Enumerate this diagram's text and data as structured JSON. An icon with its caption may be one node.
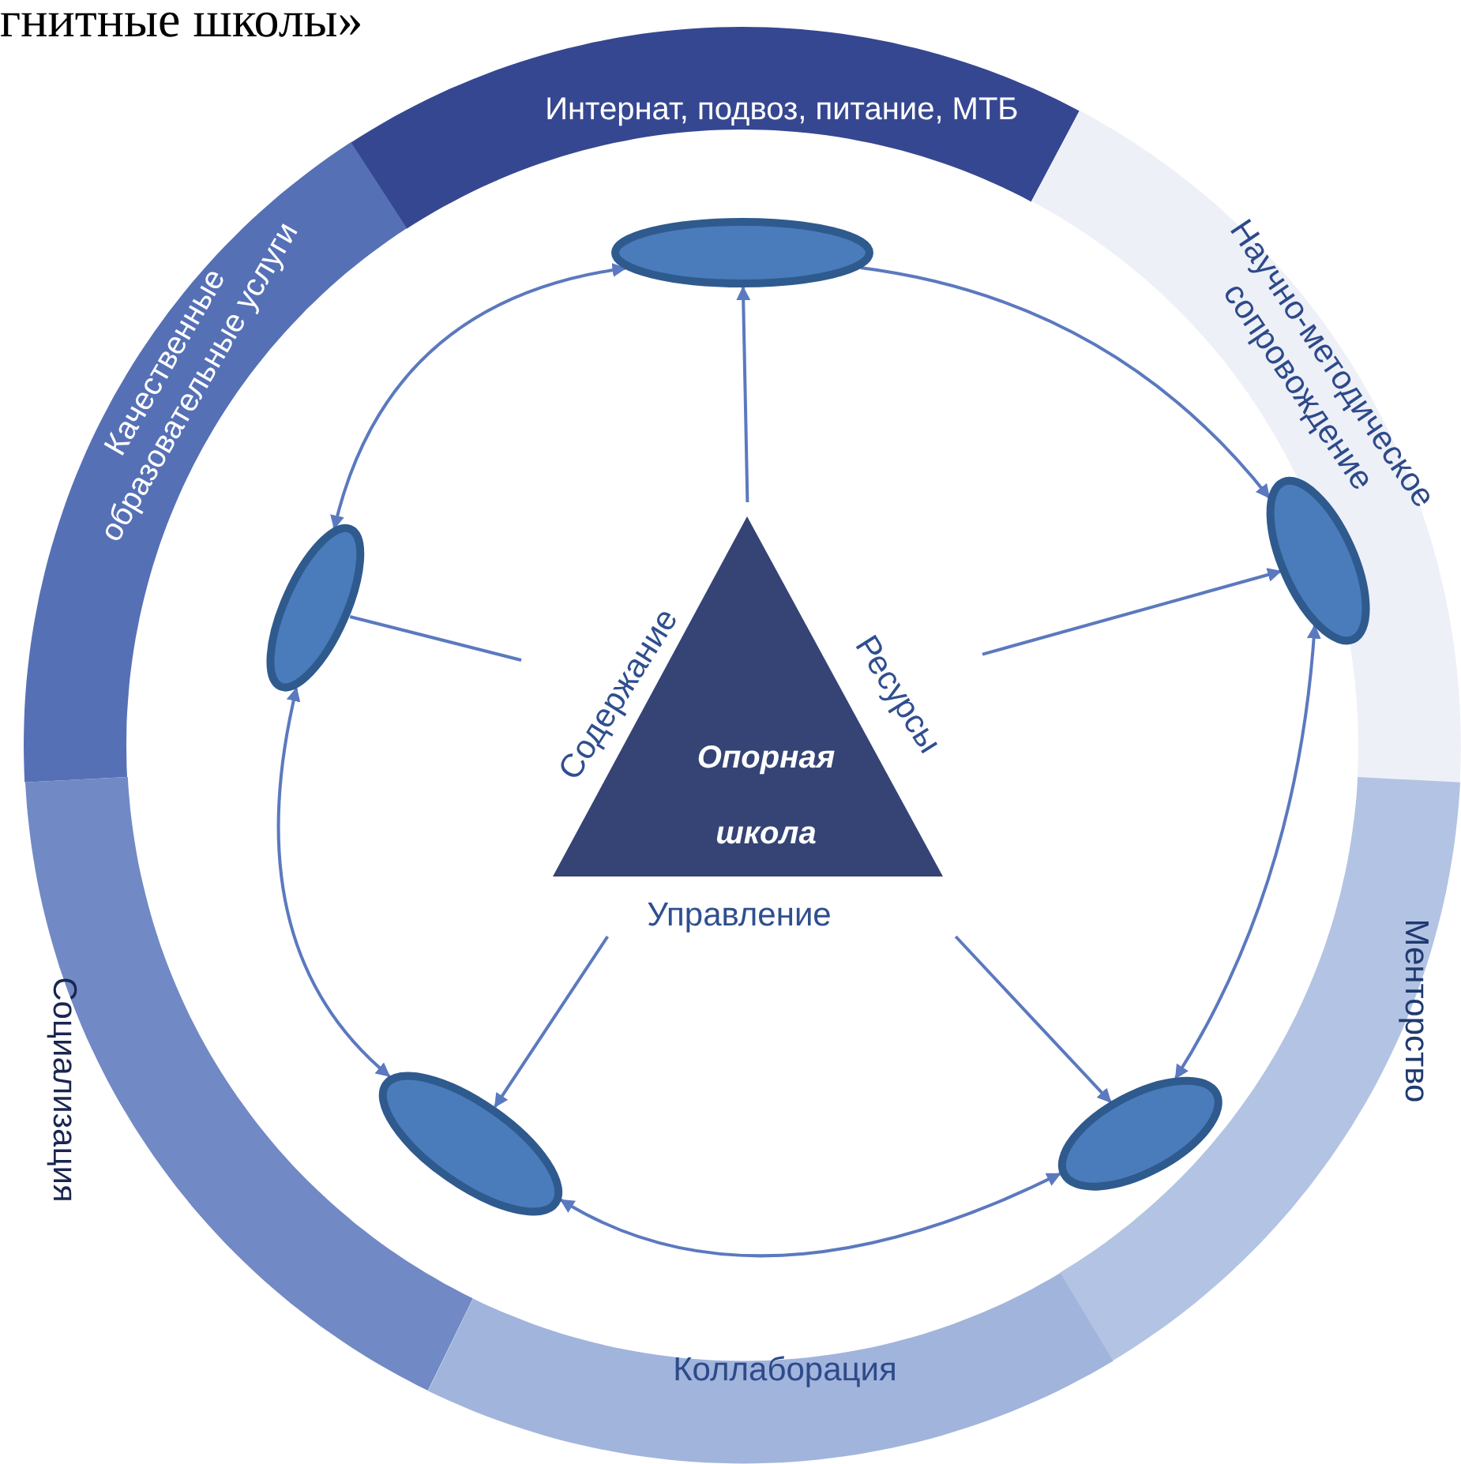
{
  "diagram": {
    "nodes": [
      {
        "text": [
          "Интернат, подвоз, питание, МТБ"
        ]
      },
      {
        "text": [
          "Научно-методическое сопровождение"
        ]
      },
      {
        "text": [
          "Менторство"
        ]
      },
      {
        "text": [
          "Коллаборация"
        ]
      },
      {
        "text": [
          "Социализация"
        ]
      },
      {
        "text": [
          "Качественные образовательные услуги"
        ]
      },
      {
        "text": [
          "Опорная школа"
        ],
        "beside": [
          "Содержание",
          "Ресурсы",
          "Управление"
        ]
      },
      {
        "text": [],
        "shape": "ellipse"
      },
      {
        "text": [],
        "shape": "ellipse"
      },
      {
        "text": [],
        "shape": "ellipse"
      },
      {
        "text": [],
        "shape": "ellipse"
      },
      {
        "text": [],
        "shape": "ellipse"
      }
    ],
    "edges": [
      {
        "from": 6,
        "to": 7,
        "arrow": "to"
      },
      {
        "from": 6,
        "to": 11,
        "arrow": "none"
      },
      {
        "from": 6,
        "to": 8,
        "arrow": "to"
      },
      {
        "from": 6,
        "to": 10,
        "arrow": "to"
      },
      {
        "from": 6,
        "to": 9,
        "arrow": "to"
      },
      {
        "from": 7,
        "to": 11,
        "arrow": "both"
      },
      {
        "from": 7,
        "to": 8,
        "arrow": "to"
      },
      {
        "from": 8,
        "to": 9,
        "arrow": "both"
      },
      {
        "from": 9,
        "to": 10,
        "arrow": "both"
      },
      {
        "from": 11,
        "to": 10,
        "arrow": "both"
      }
    ],
    "labels": [
      "гнитные школы»"
    ]
  }
}
